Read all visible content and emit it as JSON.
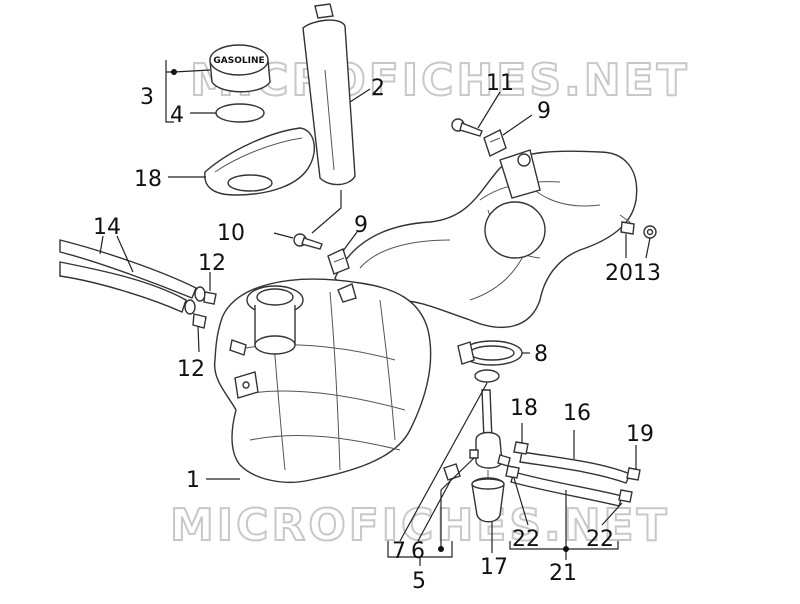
{
  "watermark": "MICROFICHES.NET",
  "cap_text": "GASOLINE",
  "callouts": {
    "c1": "1",
    "c2": "2",
    "c3": "3",
    "c4": "4",
    "c5": "5",
    "c6": "6",
    "c7": "7",
    "c8": "8",
    "c9a": "9",
    "c9b": "9",
    "c10": "10",
    "c11": "11",
    "c12a": "12",
    "c12b": "12",
    "c14": "14",
    "c16": "16",
    "c17": "17",
    "c18a": "18",
    "c18b": "18",
    "c19": "19",
    "c2013": "2013",
    "c21": "21",
    "c22a": "22",
    "c22b": "22"
  }
}
